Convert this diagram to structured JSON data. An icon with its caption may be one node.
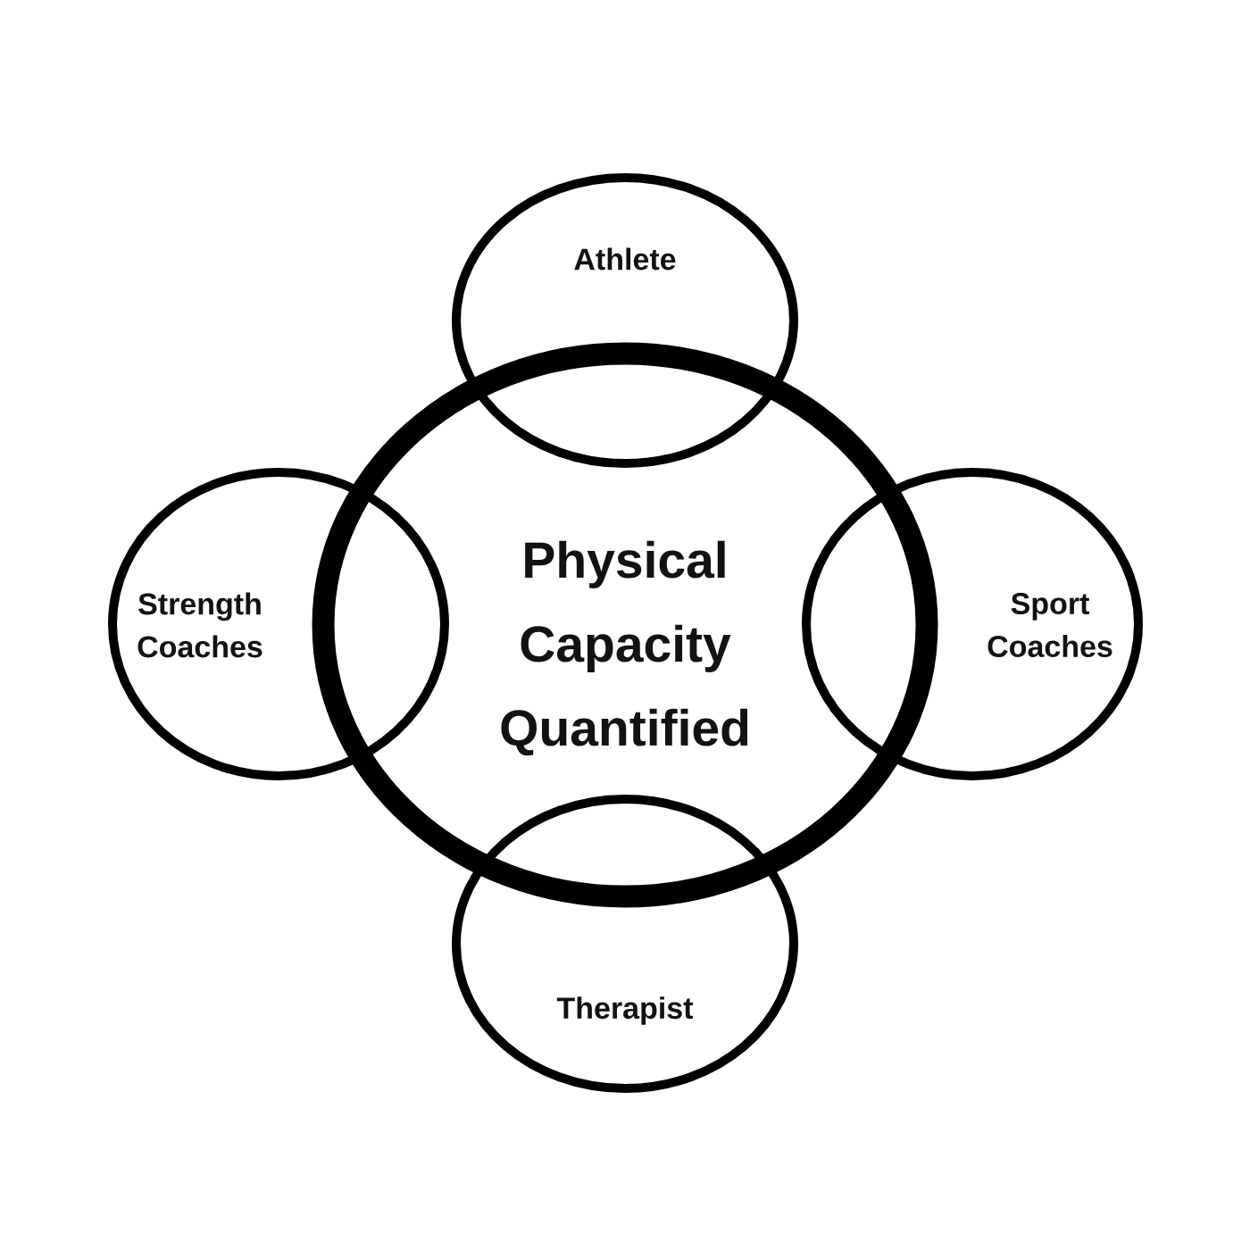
{
  "diagram": {
    "nodes": [
      {
        "text": [
          "Athlete"
        ]
      },
      {
        "text": [
          "Strength Coaches"
        ]
      },
      {
        "text": [
          "Physical Capacity Quantified"
        ]
      },
      {
        "text": [
          "Sport Coaches"
        ]
      },
      {
        "text": [
          "Therapist"
        ]
      }
    ]
  }
}
